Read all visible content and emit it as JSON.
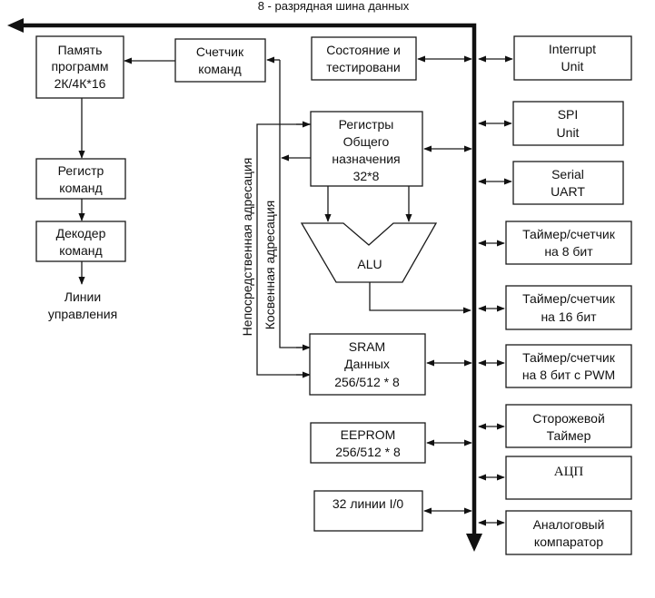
{
  "bus": {
    "label": "8 - разрядная шина данных"
  },
  "blocks": {
    "program_memory": [
      "Память",
      "программ",
      "2К/4К*16"
    ],
    "program_counter": [
      "Счетчик",
      "команд"
    ],
    "instruction_register": [
      "Регистр",
      "команд"
    ],
    "instruction_decoder": [
      "Декодер",
      "команд"
    ],
    "control_lines": [
      "Линии",
      "управления"
    ],
    "status_test": [
      "Состояние и",
      "тестировани"
    ],
    "gp_registers": [
      "Регистры",
      "Общего",
      "назначения",
      "32*8"
    ],
    "alu": [
      "ALU"
    ],
    "sram": [
      "SRAM",
      "Данных",
      "256/512 * 8"
    ],
    "eeprom": [
      "EEPROM",
      "256/512 * 8"
    ],
    "io_lines": [
      "32 линии I/0"
    ],
    "interrupt_unit": [
      "Interrupt",
      "Unit"
    ],
    "spi_unit": [
      "SPI",
      "Unit"
    ],
    "serial_uart": [
      "Serial",
      "UART"
    ],
    "timer8": [
      "Таймер/счетчик",
      "на 8 бит"
    ],
    "timer16": [
      "Таймер/счетчик",
      "на 16 бит"
    ],
    "timer8_pwm": [
      "Таймер/счетчик",
      "на 8 бит с PWM"
    ],
    "watchdog": [
      "Сторожевой",
      "Таймер"
    ],
    "adc": [
      "АЦП"
    ],
    "analog_comparator": [
      "Аналоговый",
      "компаратор"
    ]
  },
  "address_labels": {
    "direct": "Непосредственная адресация",
    "indirect": "Косвенная адресация"
  }
}
